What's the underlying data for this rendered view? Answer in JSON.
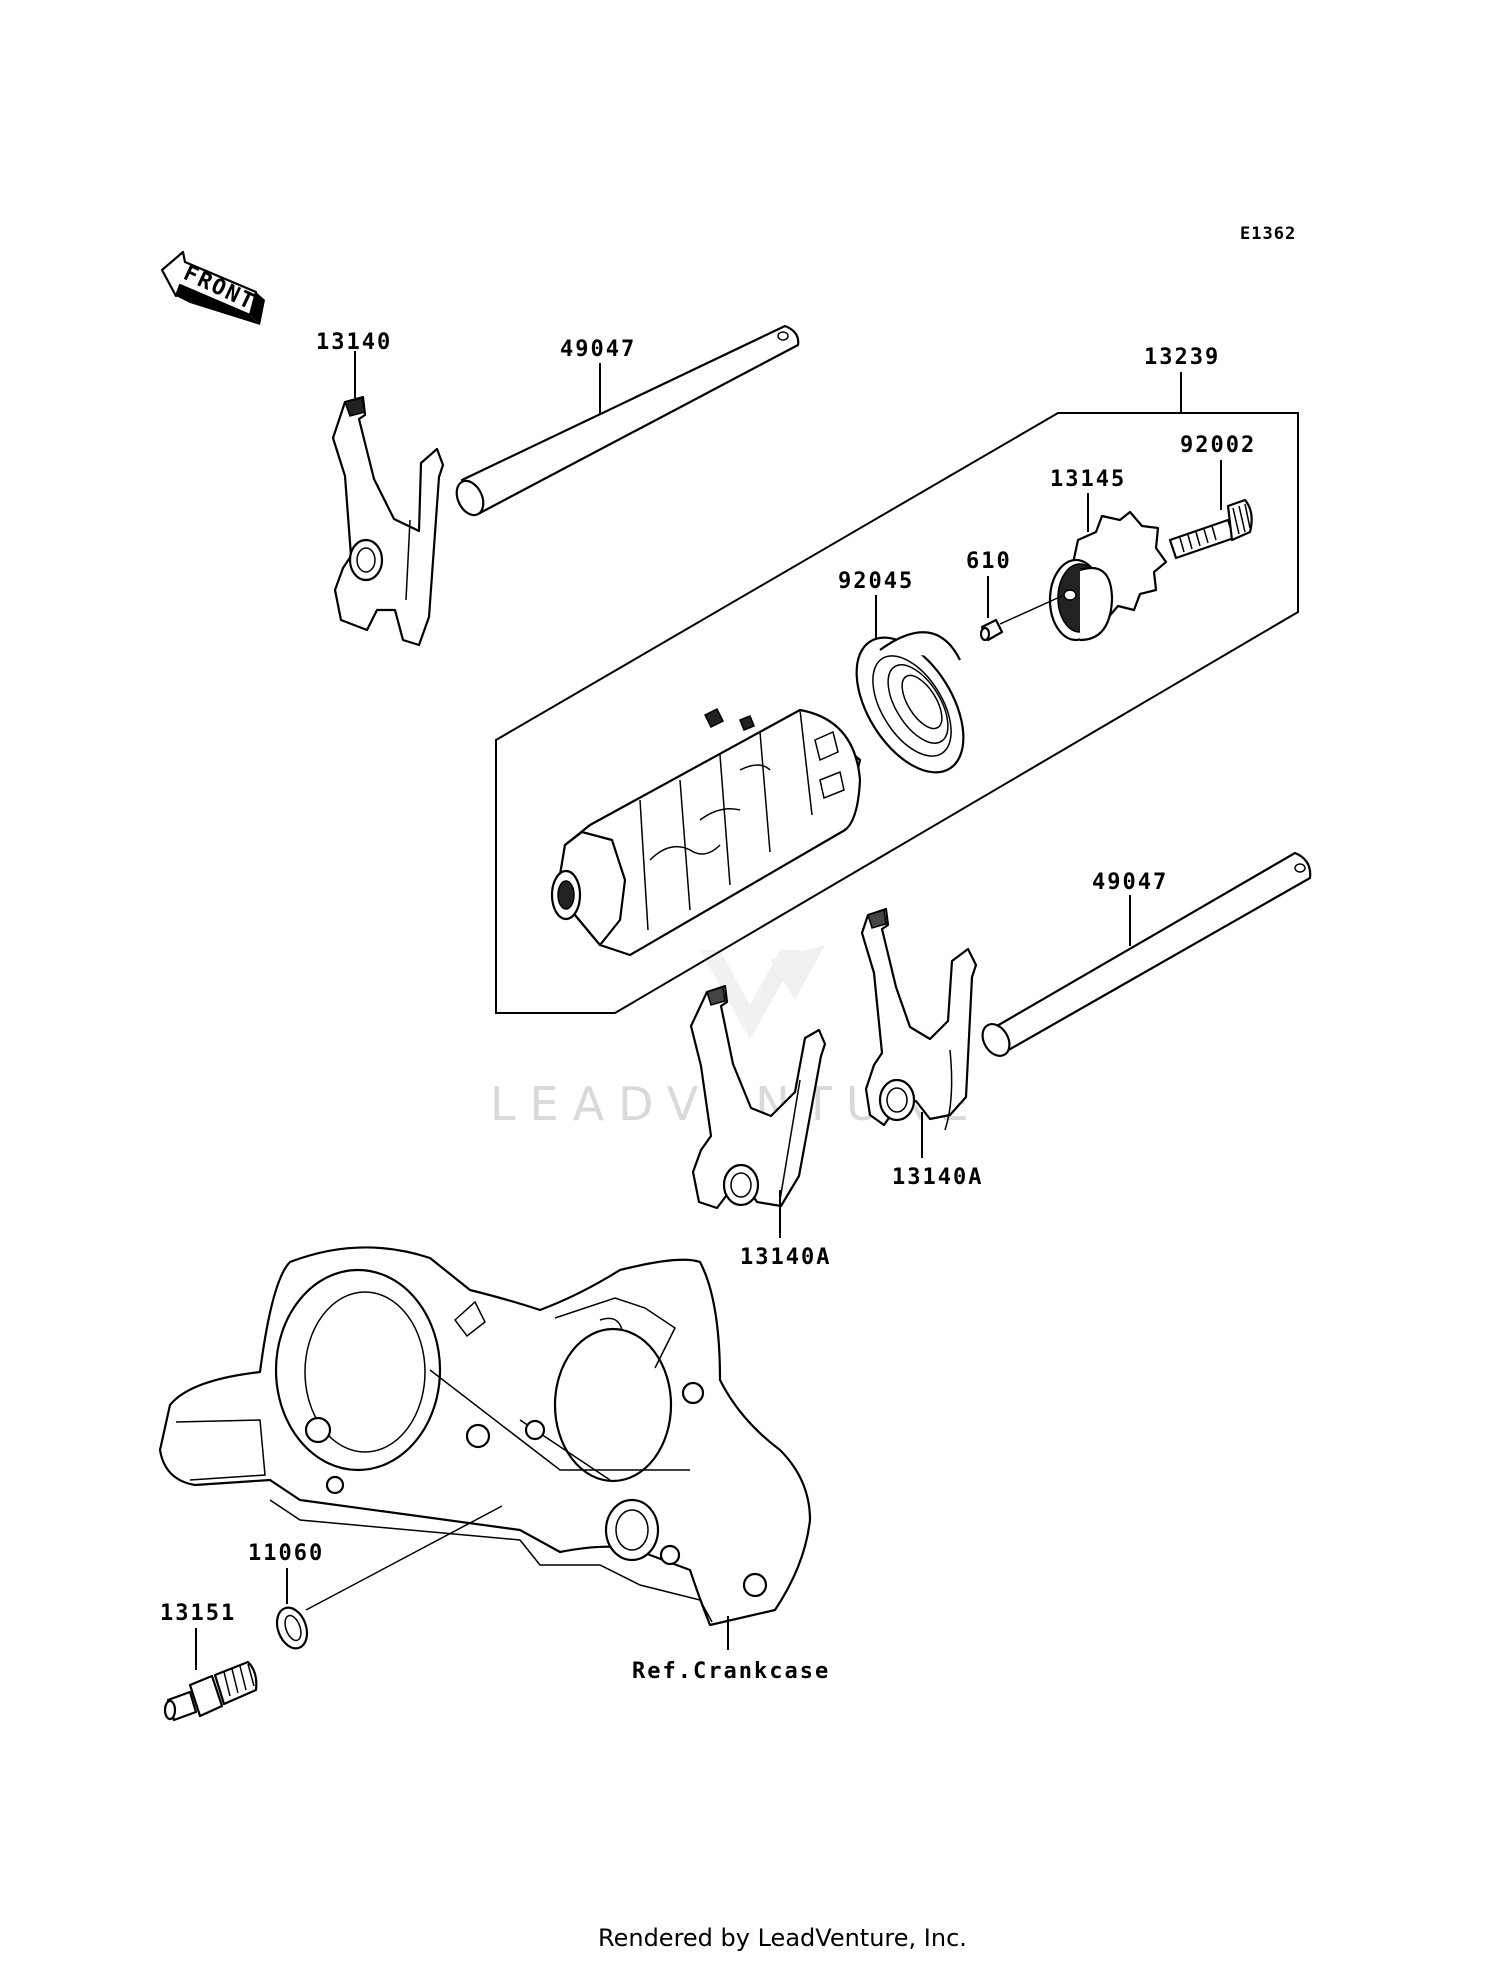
{
  "diagram": {
    "code": "E1362",
    "front_label": "FRONT",
    "watermark": "LEADVENTURE",
    "footer": "Rendered by LeadVenture, Inc.",
    "labels": {
      "p13140": "13140",
      "p49047_top": "49047",
      "p13239": "13239",
      "p92002": "92002",
      "p13145": "13145",
      "p610": "610",
      "p92045": "92045",
      "p49047_bottom": "49047",
      "p13140a_right": "13140A",
      "p13140a_left": "13140A",
      "p11060": "11060",
      "p13151": "13151",
      "ref_crankcase": "Ref.Crankcase"
    }
  }
}
